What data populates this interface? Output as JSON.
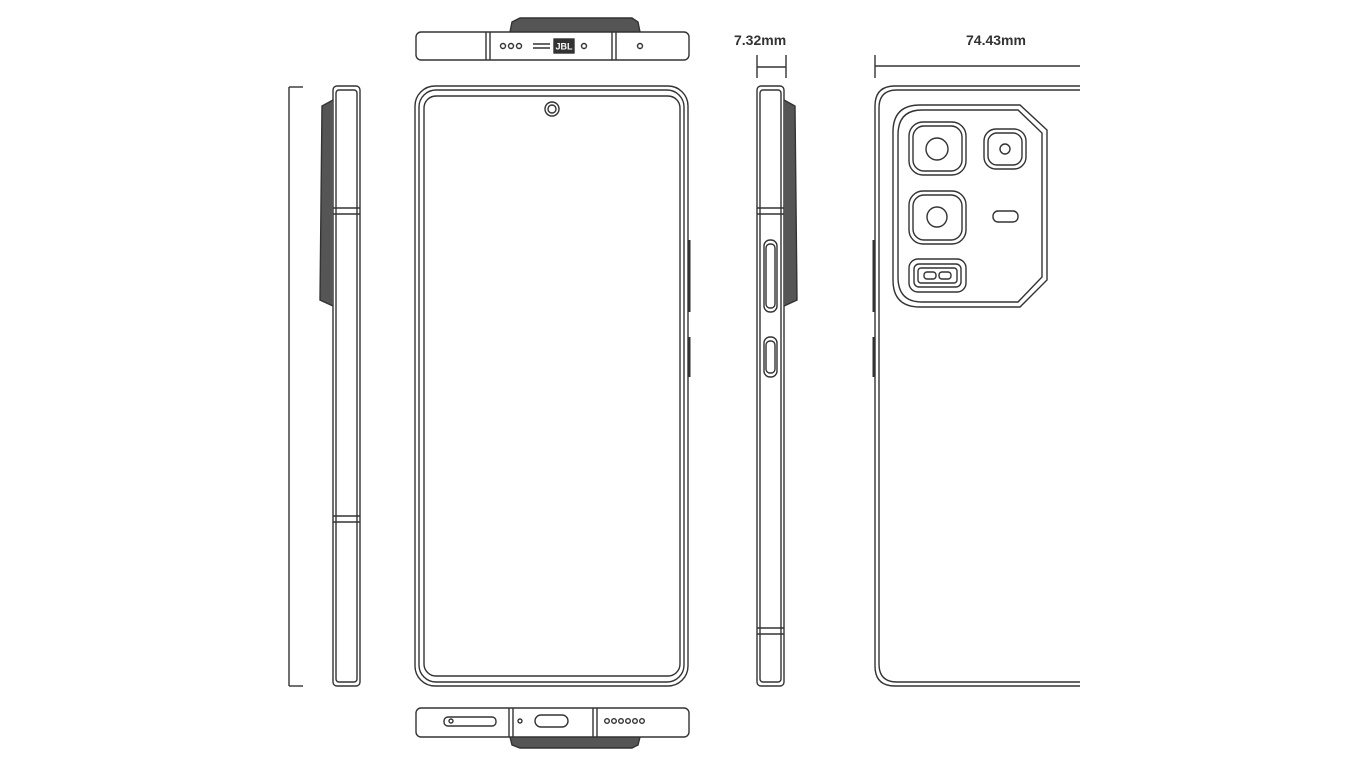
{
  "dimensions": {
    "depth": "7.32mm",
    "width": "74.43mm"
  },
  "top_view": {
    "logo": "JBL"
  },
  "colors": {
    "line": "#333333",
    "background": "#ffffff"
  }
}
